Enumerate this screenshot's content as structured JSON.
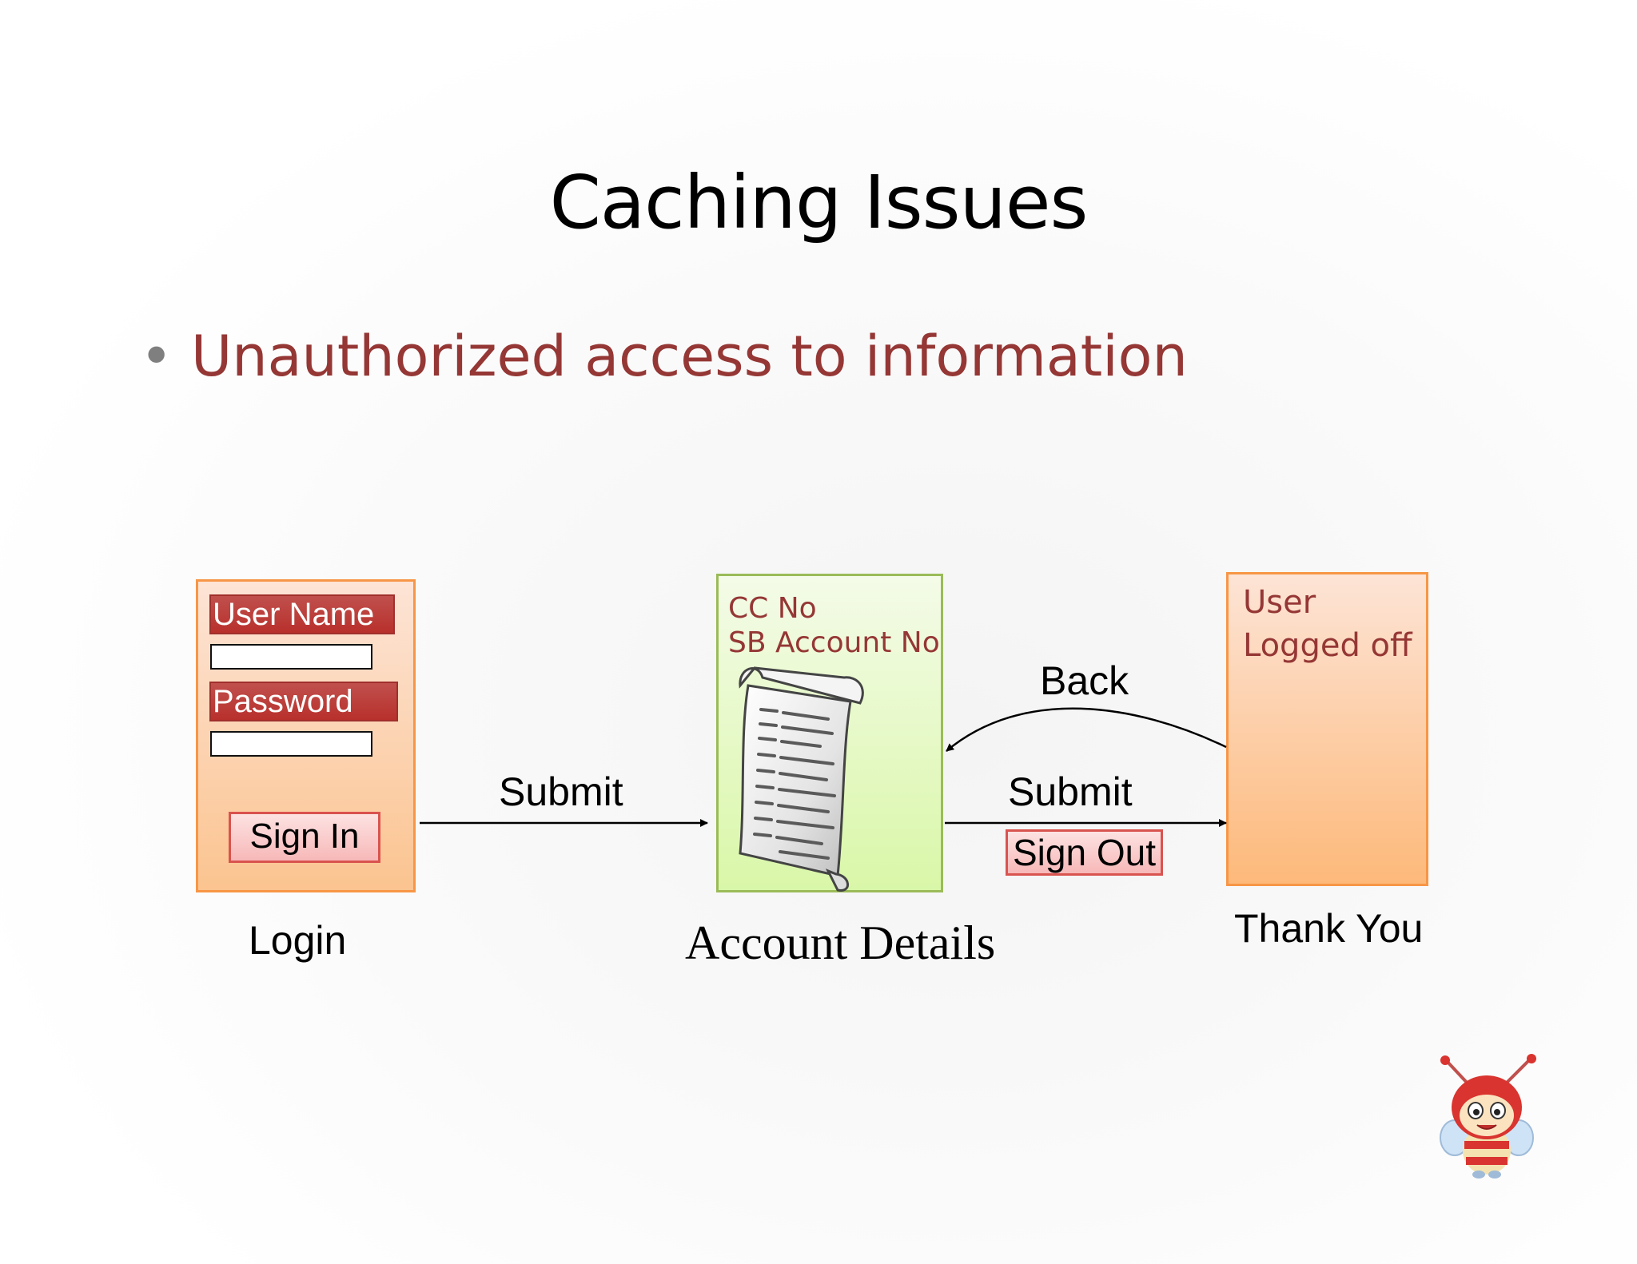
{
  "slide": {
    "title": "Caching Issues",
    "bullet": "Unauthorized access to information"
  },
  "login": {
    "username_label": "User Name",
    "password_label": "Password",
    "signin_label": "Sign In",
    "caption": "Login"
  },
  "account": {
    "line1": "CC No",
    "line2": "SB Account No",
    "caption": "Account Details"
  },
  "thanks": {
    "line1": "User",
    "line2": "Logged off",
    "caption": "Thank You"
  },
  "arrows": {
    "submit1": "Submit",
    "submit2": "Submit",
    "back": "Back",
    "signout_label": "Sign Out"
  },
  "colors": {
    "accent_red": "#953735",
    "orange_border": "#f79646",
    "green_border": "#9bbb59"
  },
  "icons": {
    "document": "scroll-document-icon",
    "mascot": "bee-mascot-icon"
  }
}
